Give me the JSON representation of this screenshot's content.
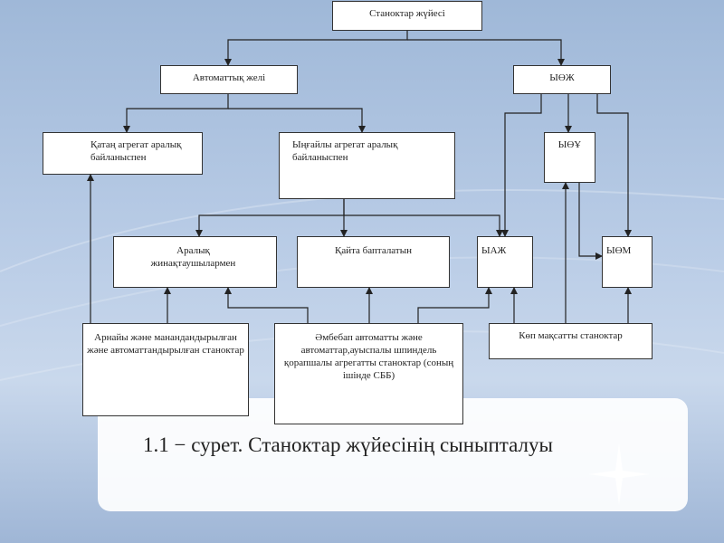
{
  "diagram": {
    "nodes": {
      "root": "Станоктар жүйесі",
      "auto_line": "Автоматтық желі",
      "yozh": "ЫӨЖ",
      "rigid": "Қатаң агрегат аралық байланыспен",
      "flexible": "Ыңғайлы агрегат аралық байланыспен",
      "yoa": "ЫӨҰ",
      "intermediate": "Аралық жинақтаушылармен",
      "readjust": "Қайта бапталатын",
      "yazh": "ЫАЖ",
      "yom": "ЫӨМ",
      "special": "Арнайы және манандандырылған және автоматтандырылған станоктар",
      "universal": "Әмбебап автоматты және автоматтар,ауыспалы шпиндель қорапшалы агрегатты станоктар (соның ішінде СББ)",
      "multipurpose": "Көп мақсатты станоктар"
    }
  },
  "caption": "1.1 − сурет. Станоктар жүйесінің сыныпталуы",
  "colors": {
    "background": "#b9cce6",
    "box_border": "#333333",
    "arrow": "#222222",
    "panel": "#ffffff"
  }
}
